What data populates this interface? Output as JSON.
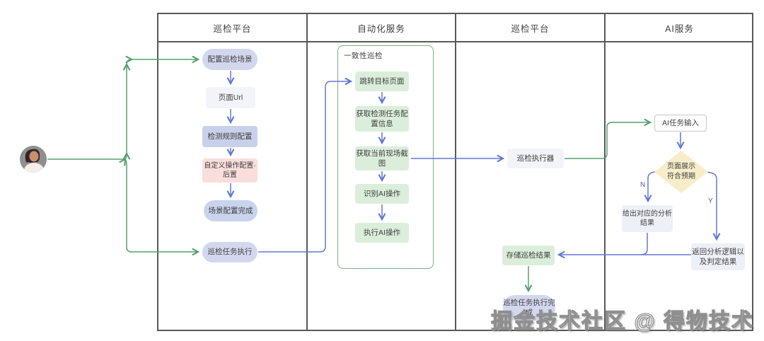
{
  "lanes": {
    "l1": "巡检平台",
    "l2": "自动化服务",
    "l3": "巡检平台",
    "l4": "AI服务"
  },
  "col1": {
    "configure_scene": "配置巡检场景",
    "page_url": "页面Url",
    "detection_rules": "检测规则配置",
    "custom_ops": "自定义操作配置·后置",
    "scene_done": "场景配置完成",
    "task_exec": "巡检任务执行"
  },
  "col2": {
    "group_label": "一致性巡检",
    "jump_page": "跳转目标页面",
    "get_task_config": "获取检测任务配置信息",
    "get_screenshot": "获取当前现场截图",
    "identify_ai": "识别AI操作",
    "exec_ai": "执行AI操作"
  },
  "col3": {
    "executor": "巡检执行器",
    "store_result": "存储巡检结果",
    "task_done": "巡检任务执行完成"
  },
  "col4": {
    "ai_input": "AI任务输入",
    "decision": "页面展示符合预期",
    "no_label": "N",
    "yes_label": "Y",
    "analysis_result": "给出对应的分析结果",
    "return_logic": "返回分析逻辑以及判定结果"
  },
  "watermark": "掘金技术社区 @ 得物技术",
  "colors": {
    "arrow_blue": "#6079d0",
    "arrow_green": "#54a06b",
    "frame_gray": "#595959",
    "group_green": "#7fae83",
    "diamond_yellow": "#f8edc9",
    "pink_node": "#f9dedb",
    "green_node": "#dbeedb",
    "lavender_node": "#d3d7ee"
  }
}
